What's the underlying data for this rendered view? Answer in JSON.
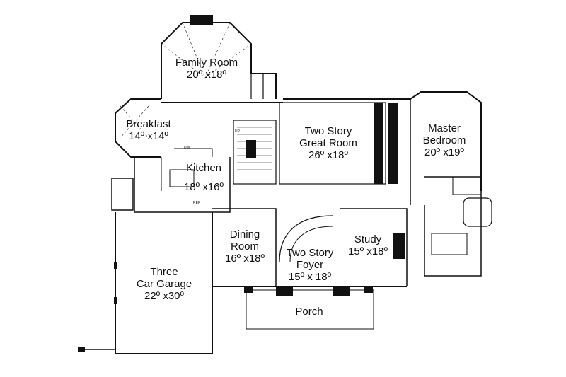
{
  "plan": {
    "rooms": [
      {
        "id": "family-room",
        "name": "Family Room",
        "dim": "20º x18º"
      },
      {
        "id": "breakfast",
        "name": "Breakfast",
        "dim": "14º x14º"
      },
      {
        "id": "kitchen",
        "name": "Kitchen",
        "dim": "18º x16º"
      },
      {
        "id": "great-room",
        "name": "Two Story Great Room",
        "dim": "26º x18º"
      },
      {
        "id": "master-bedroom",
        "name": "Master Bedroom",
        "dim": "20º x19º"
      },
      {
        "id": "dining-room",
        "name": "Dining Room",
        "dim": "16º x18º"
      },
      {
        "id": "foyer",
        "name": "Two Story Foyer",
        "dim": "15º x 18º"
      },
      {
        "id": "study",
        "name": "Study",
        "dim": "15º x18º"
      },
      {
        "id": "garage",
        "name": "Three Car Garage",
        "dim": "22º x30º"
      },
      {
        "id": "porch",
        "name": "Porch",
        "dim": ""
      }
    ],
    "labels": {
      "family_line1": "Family Room",
      "family_dim": "20º x18º",
      "breakfast_line1": "Breakfast",
      "breakfast_dim": "14º x14º",
      "kitchen_line1": "Kitchen",
      "kitchen_dim": "18º x16º",
      "great_line1": "Two Story",
      "great_line2": "Great Room",
      "great_dim": "26º x18º",
      "master_line1": "Master",
      "master_line2": "Bedroom",
      "master_dim": "20º x19º",
      "dining_line1": "Dining",
      "dining_line2": "Room",
      "dining_dim": "16º x18º",
      "foyer_line1": "Two Story",
      "foyer_line2": "Foyer",
      "foyer_dim": "15º x 18º",
      "study_line1": "Study",
      "study_dim": "15º x18º",
      "garage_line1": "Three",
      "garage_line2": "Car Garage",
      "garage_dim": "22º x30º",
      "porch_line1": "Porch"
    },
    "fixtures": {
      "dw": "DW",
      "ref": "REF",
      "up": "UP"
    }
  }
}
